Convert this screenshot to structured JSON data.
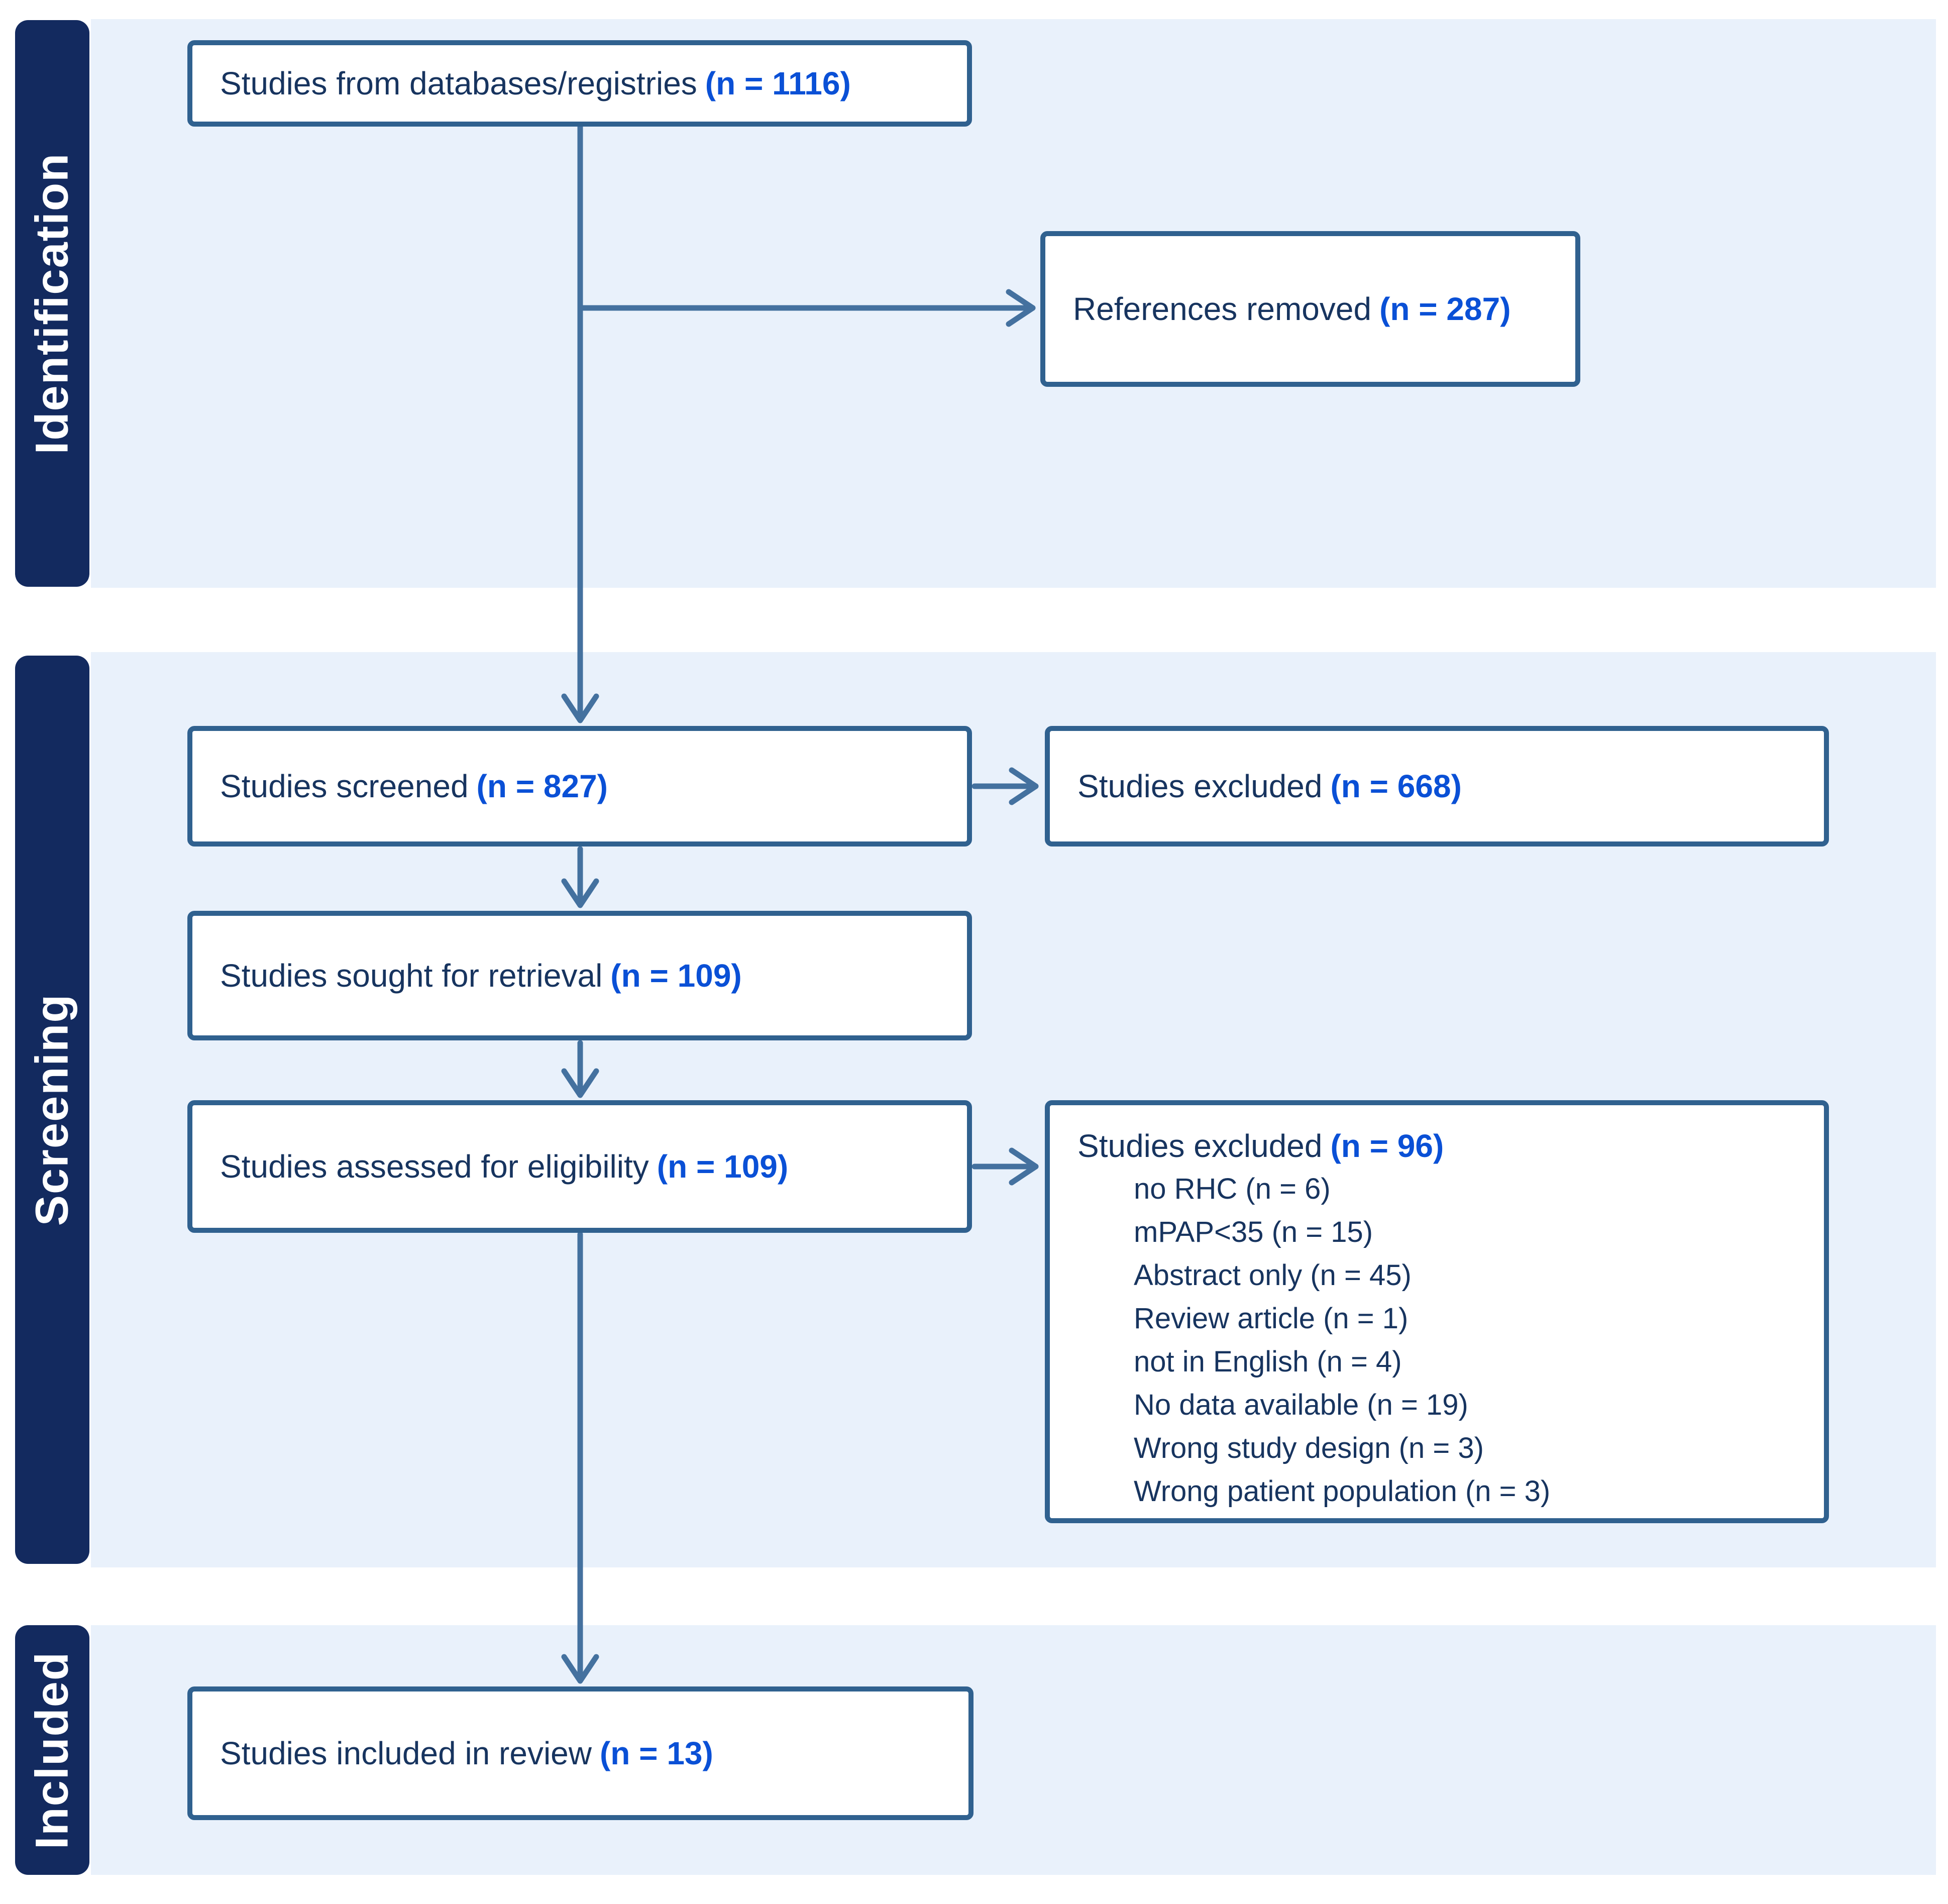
{
  "diagram": {
    "sections": [
      {
        "label": "Identification"
      },
      {
        "label": "Screening"
      },
      {
        "label": "Included"
      }
    ],
    "boxes": {
      "databases": {
        "label": "Studies from databases/registries",
        "count": "(n = 1116)"
      },
      "references_removed": {
        "label": "References removed",
        "count": "(n = 287)"
      },
      "screened": {
        "label": "Studies screened",
        "count": "(n = 827)"
      },
      "excluded_screening": {
        "label": "Studies excluded",
        "count": "(n = 668)"
      },
      "sought": {
        "label": "Studies sought for retrieval",
        "count": "(n = 109)"
      },
      "assessed": {
        "label": "Studies assessed for eligibility",
        "count": "(n = 109)"
      },
      "excluded_eligibility": {
        "label": "Studies excluded",
        "count": "(n = 96)",
        "reasons": [
          "no RHC (n = 6)",
          "mPAP<35 (n = 15)",
          "Abstract only (n = 45)",
          "Review article (n = 1)",
          "not in English (n = 4)",
          "No data available (n = 19)",
          "Wrong study design (n = 3)",
          "Wrong patient population (n = 3)"
        ]
      },
      "included": {
        "label": "Studies included in review",
        "count": "(n = 13)"
      }
    },
    "colors": {
      "sidebar_navy": "#132a5f",
      "panel_light_blue": "#e9f1fb",
      "box_border_steel_blue": "#30618f",
      "arrow_steel_blue": "#44719f",
      "label_navy": "#17345f",
      "count_bright_blue": "#0a50d6"
    }
  }
}
